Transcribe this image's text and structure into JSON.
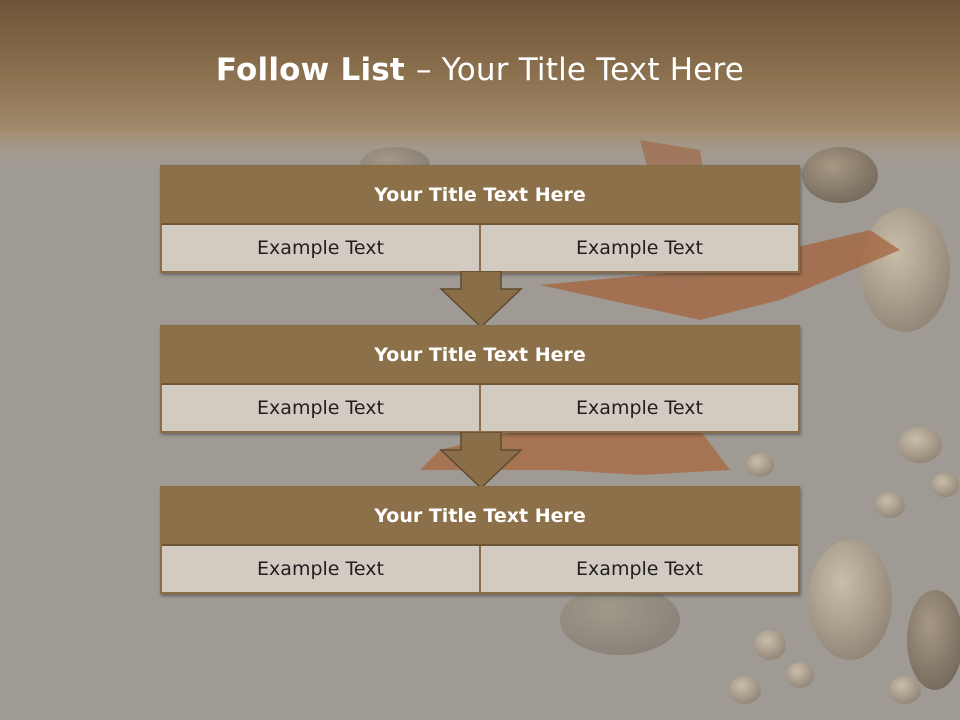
{
  "slide": {
    "title_bold": "Follow List ",
    "title_rest": " – Your Title Text Here"
  },
  "blocks": [
    {
      "title": "Your Title Text Here",
      "left": "Example Text",
      "right": "Example Text"
    },
    {
      "title": "Your Title Text Here",
      "left": "Example Text",
      "right": "Example Text"
    },
    {
      "title": "Your Title Text Here",
      "left": "Example Text",
      "right": "Example Text"
    }
  ],
  "colors": {
    "header_band": "#7c6242",
    "block_title_bg": "#8c704a",
    "block_cell_bg": "#d3cac2",
    "arrow_fill": "#8a6e48"
  }
}
